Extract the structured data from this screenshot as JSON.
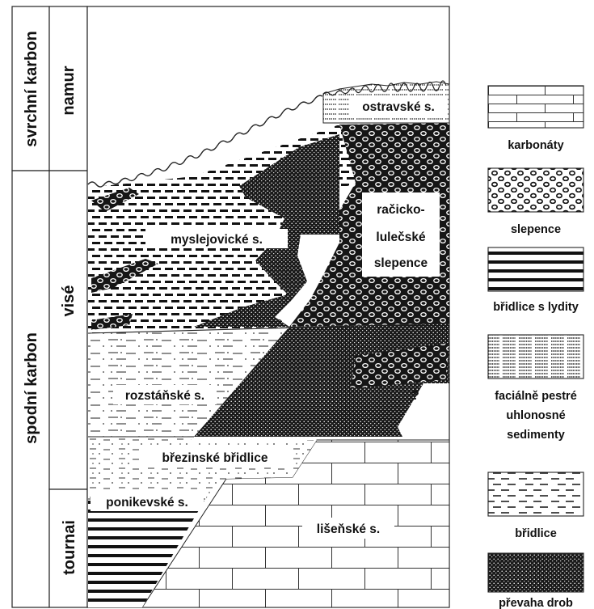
{
  "column": {
    "era_upper": "svrchní karbon",
    "era_lower": "spodní karbon",
    "stage_namur": "namur",
    "stage_vise": "visé",
    "stage_tournai": "tournai"
  },
  "units": {
    "ostravske": "ostravské s.",
    "myslejovicke": "myslejovické s.",
    "racicko_1": "račicko-",
    "racicko_2": "lulečské",
    "racicko_3": "slepence",
    "rozstanske": "rozstáňské s.",
    "question": "?",
    "brezinske": "březinské břidlice",
    "ponikevske": "ponikevské s.",
    "lisenske": "lišeňské s."
  },
  "legend": [
    {
      "pattern": "carbonate",
      "lines": [
        "karbonáty"
      ]
    },
    {
      "pattern": "conglomerate",
      "lines": [
        "slepence"
      ]
    },
    {
      "pattern": "lydite",
      "lines": [
        "břidlice s lydity"
      ]
    },
    {
      "pattern": "facies",
      "lines": [
        "faciálně pestré",
        "uhlonosné",
        "sedimenty"
      ]
    },
    {
      "pattern": "shale",
      "lines": [
        "břidlice"
      ]
    },
    {
      "pattern": "greywacke",
      "lines": [
        "převaha drob"
      ]
    }
  ]
}
